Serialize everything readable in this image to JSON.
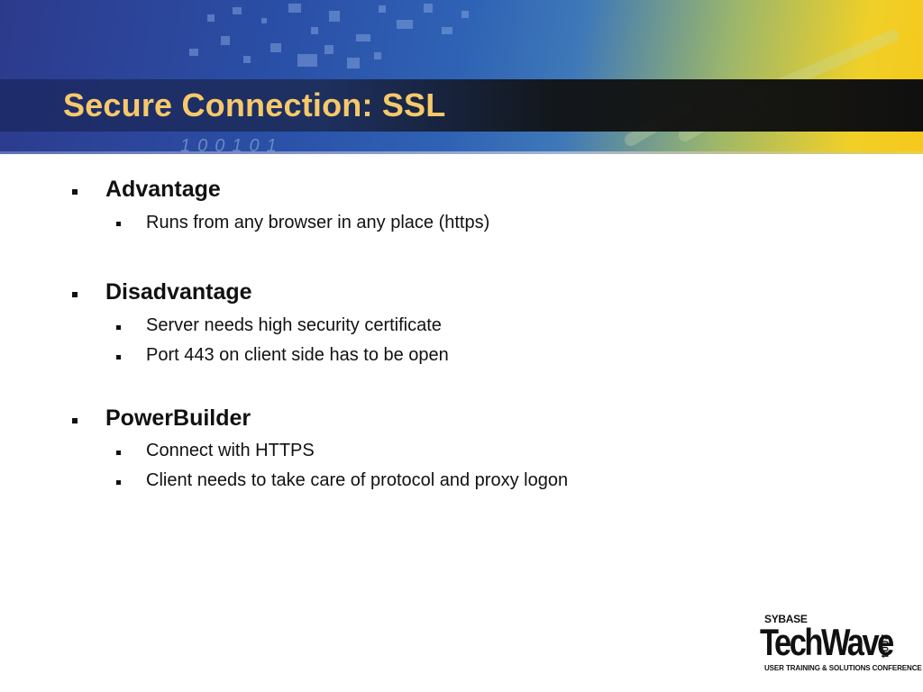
{
  "slide": {
    "title": "Secure Connection: SSL",
    "sections": [
      {
        "heading": "Advantage",
        "items": [
          "Runs from any browser in any place (https)"
        ]
      },
      {
        "heading": "Disadvantage",
        "items": [
          "Server needs high security certificate",
          "Port 443 on client side has to be open"
        ]
      },
      {
        "heading": "PowerBuilder",
        "items": [
          "Connect with HTTPS",
          "Client needs to take care of protocol and proxy logon"
        ]
      }
    ]
  },
  "header_decoration": {
    "binary_digits": "100101"
  },
  "logo": {
    "company": "SYBASE",
    "brand": "TechWave",
    "year": "2004",
    "tagline": "USER TRAINING & SOLUTIONS CONFERENCE"
  },
  "colors": {
    "title": "#f7c96a",
    "banner_blue": "#2d3a8c",
    "banner_yellow": "#f6c81c",
    "text": "#111111"
  }
}
